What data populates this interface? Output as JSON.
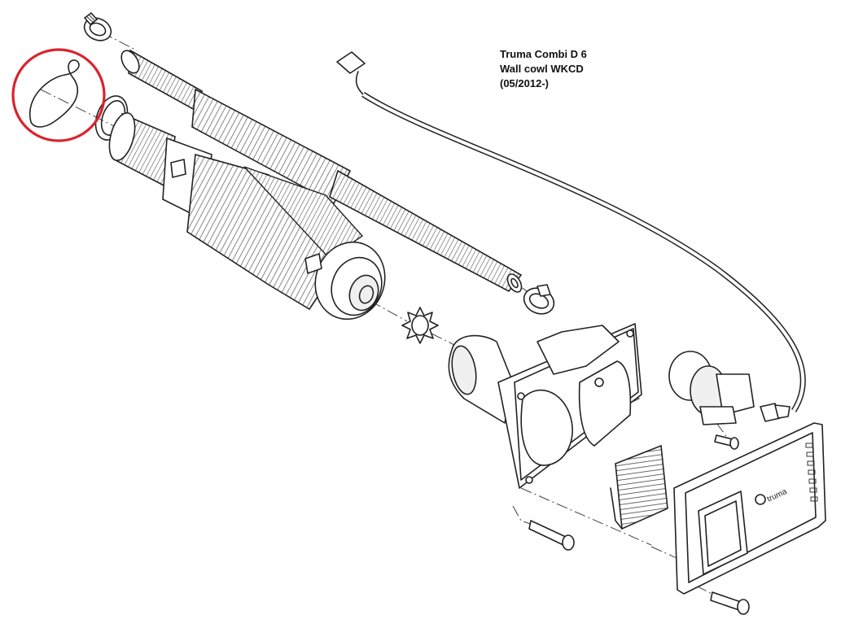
{
  "caption": {
    "line1": "Truma Combi D 6",
    "line2": "Wall cowl WKCD",
    "line3": "(05/2012-)",
    "logo_text": "truma"
  },
  "highlight": {
    "color": "#d9232e",
    "label": "highlighted-part"
  },
  "line_color": "#222222"
}
